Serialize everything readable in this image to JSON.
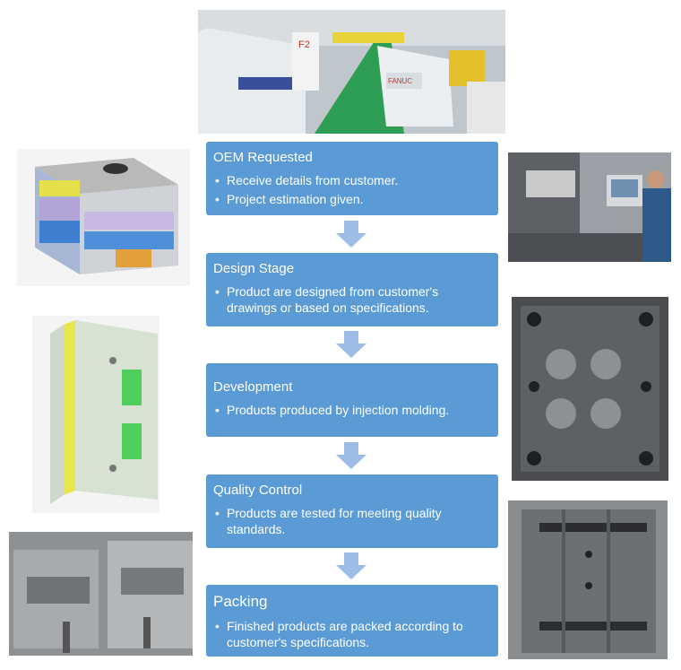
{
  "stages": [
    {
      "title": "OEM Requested",
      "items": [
        "Receive details from customer.",
        "Project estimation given."
      ]
    },
    {
      "title": "Design Stage",
      "items": [
        "Product are designed from customer's drawings or based on specifications."
      ]
    },
    {
      "title": "Development",
      "items": [
        "Products produced by injection molding."
      ]
    },
    {
      "title": "Quality Control",
      "items": [
        "Products are tested for meeting quality standards."
      ]
    },
    {
      "title": "Packing",
      "items": [
        "Finished products are packed according to customer's specifications."
      ]
    }
  ],
  "photos": {
    "factory": {
      "machine_label": "F2",
      "brand_label": "FANUC"
    }
  },
  "colors": {
    "stage_fill": "#5b9bd5",
    "arrow_fill": "#9dbde6",
    "text": "#ffffff"
  }
}
